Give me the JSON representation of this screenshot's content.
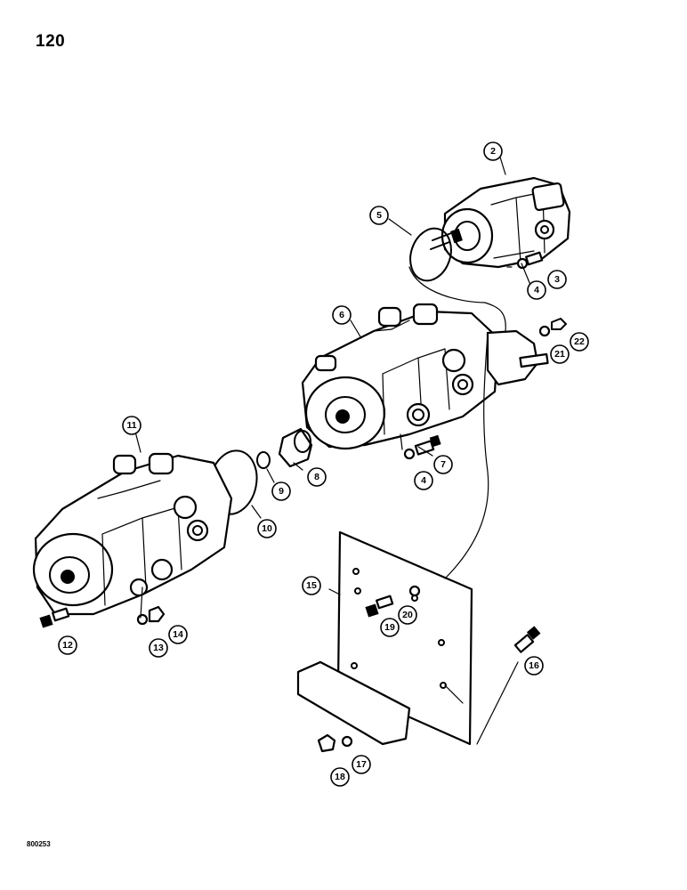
{
  "page": {
    "number": "120",
    "figure_code": "800253"
  },
  "callouts": [
    {
      "id": "c2",
      "label": "2"
    },
    {
      "id": "c3",
      "label": "3"
    },
    {
      "id": "c4a",
      "label": "4"
    },
    {
      "id": "c5",
      "label": "5"
    },
    {
      "id": "c6",
      "label": "6"
    },
    {
      "id": "c22",
      "label": "22"
    },
    {
      "id": "c21",
      "label": "21"
    },
    {
      "id": "c11",
      "label": "11"
    },
    {
      "id": "c9",
      "label": "9"
    },
    {
      "id": "c8",
      "label": "8"
    },
    {
      "id": "c4b",
      "label": "4"
    },
    {
      "id": "c7",
      "label": "7"
    },
    {
      "id": "c10",
      "label": "10"
    },
    {
      "id": "c15",
      "label": "15"
    },
    {
      "id": "c20",
      "label": "20"
    },
    {
      "id": "c19",
      "label": "19"
    },
    {
      "id": "c12",
      "label": "12"
    },
    {
      "id": "c13",
      "label": "13"
    },
    {
      "id": "c14",
      "label": "14"
    },
    {
      "id": "c16",
      "label": "16"
    },
    {
      "id": "c17",
      "label": "17"
    },
    {
      "id": "c18",
      "label": "18"
    }
  ]
}
